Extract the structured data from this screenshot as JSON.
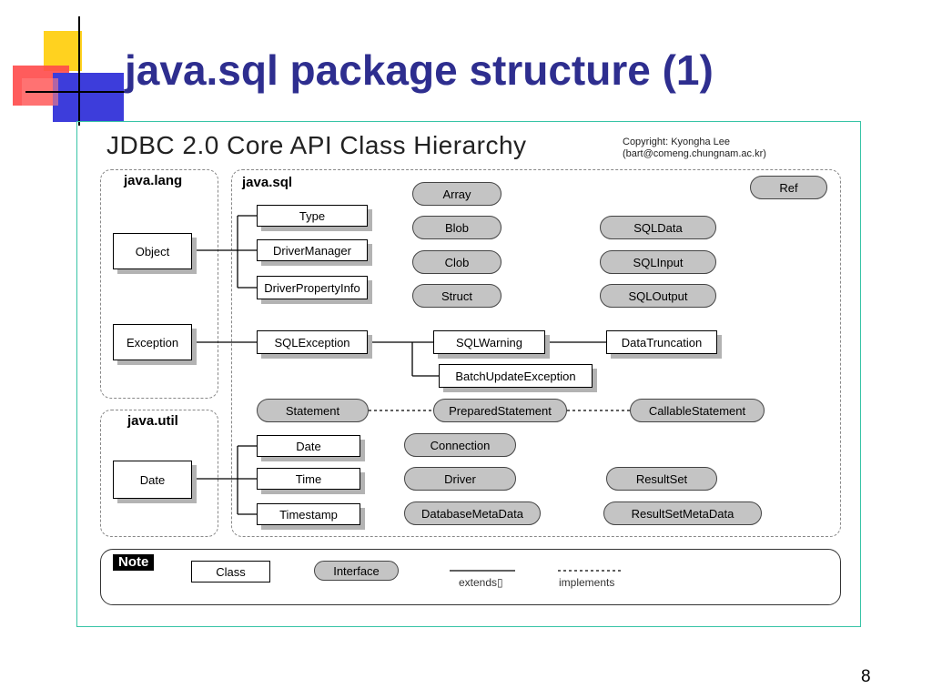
{
  "slide": {
    "title": "java.sql package structure (1)",
    "page_number": "8"
  },
  "diagram": {
    "title": "JDBC 2.0 Core API Class Hierarchy",
    "copyright_line1": "Copyright: Kyongha Lee",
    "copyright_line2": "(bart@comeng.chungnam.ac.kr)",
    "packages": {
      "java_lang": "java.lang",
      "java_sql": "java.sql",
      "java_util": "java.util"
    },
    "java_lang_classes": {
      "object": "Object",
      "exception": "Exception"
    },
    "java_util_classes": {
      "date": "Date"
    },
    "sql_classes": {
      "type": "Type",
      "driver_manager": "DriverManager",
      "driver_property_info": "DriverPropertyInfo",
      "sql_exception": "SQLException",
      "sql_warning": "SQLWarning",
      "data_truncation": "DataTruncation",
      "batch_update_exception": "BatchUpdateException",
      "date": "Date",
      "time": "Time",
      "timestamp": "Timestamp"
    },
    "sql_interfaces": {
      "array": "Array",
      "blob": "Blob",
      "clob": "Clob",
      "struct": "Struct",
      "ref": "Ref",
      "sql_data": "SQLData",
      "sql_input": "SQLInput",
      "sql_output": "SQLOutput",
      "statement": "Statement",
      "prepared_statement": "PreparedStatement",
      "callable_statement": "CallableStatement",
      "connection": "Connection",
      "driver": "Driver",
      "database_meta_data": "DatabaseMetaData",
      "result_set": "ResultSet",
      "result_set_meta_data": "ResultSetMetaData"
    },
    "legend": {
      "note": "Note",
      "class": "Class",
      "interface": "Interface",
      "extends": "extends▯",
      "implements": "implements"
    }
  },
  "colors": {
    "title": "#2e2e8f",
    "frame": "#37c4a6",
    "interface_fill": "#c4c4c4",
    "class_shadow": "#b3b3b3"
  }
}
